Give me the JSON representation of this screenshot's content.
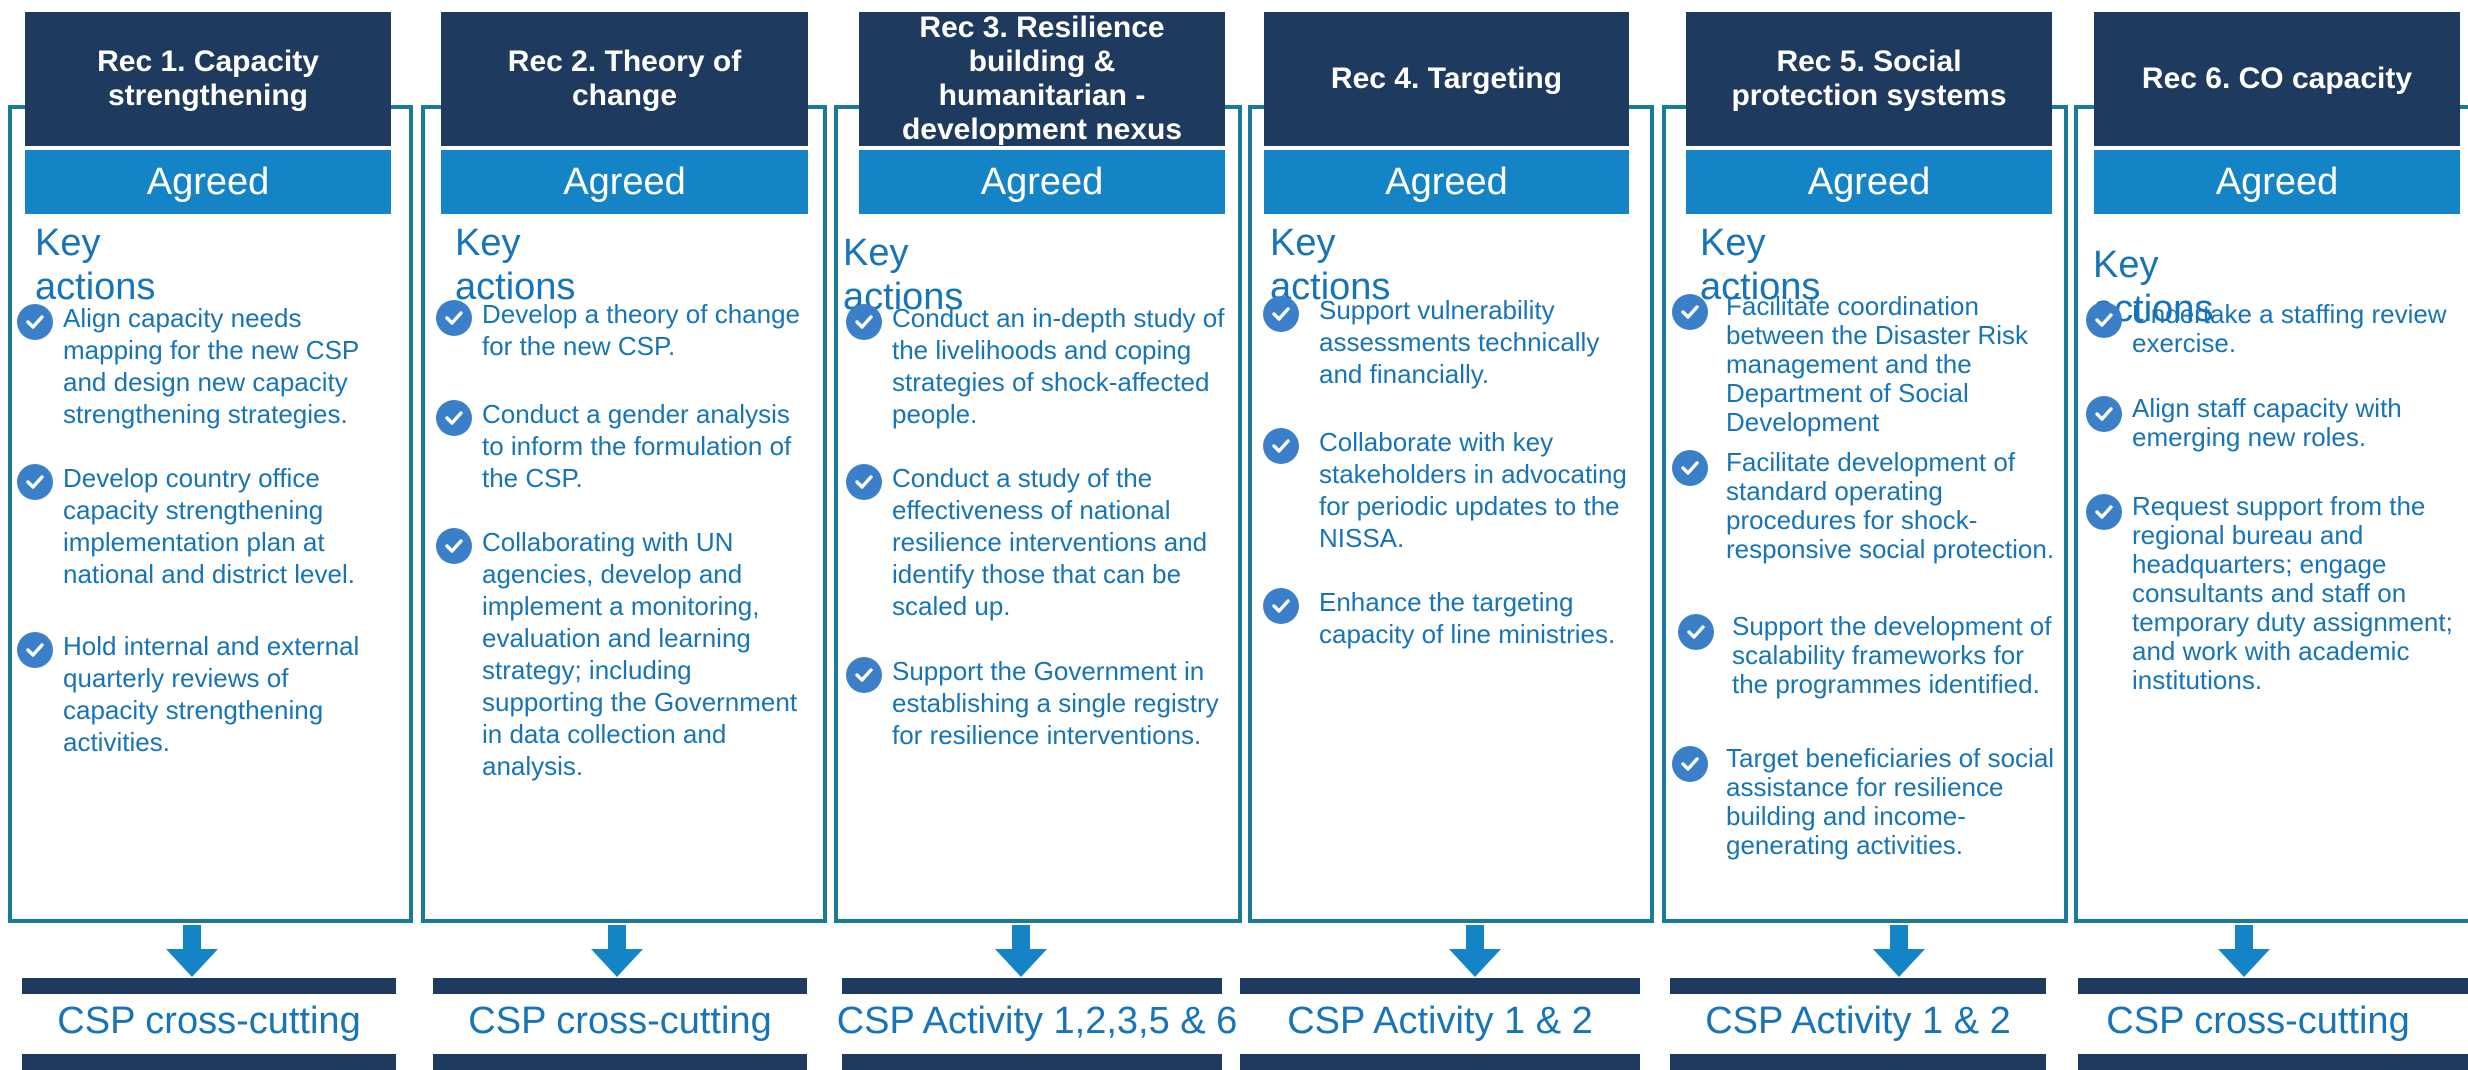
{
  "columns": [
    {
      "title": "Rec 1. Capacity strengthening",
      "status": "Agreed",
      "key_actions_label": "Key actions",
      "actions": [
        "Align capacity needs mapping for the new CSP and design new capacity strengthening strategies.",
        "Develop country office capacity strengthening implementation plan at national and district level.",
        "Hold internal and external quarterly reviews of capacity strengthening activities."
      ],
      "activity": "CSP cross-cutting"
    },
    {
      "title": "Rec 2. Theory of change",
      "status": "Agreed",
      "key_actions_label": "Key actions",
      "actions": [
        "Develop a theory of change for the new CSP.",
        "Conduct a gender analysis to inform the formulation of the CSP.",
        "Collaborating with UN agencies, develop and implement a monitoring, evaluation and learning strategy; including supporting the Government in data collection and analysis."
      ],
      "activity": "CSP cross-cutting"
    },
    {
      "title": "Rec 3. Resilience building & humanitarian - development nexus",
      "status": "Agreed",
      "key_actions_label": "Key actions",
      "actions": [
        "Conduct an in-depth study of the livelihoods and coping strategies of shock-affected people.",
        "Conduct a study of the effectiveness of national resilience interventions and identify those that can be scaled up.",
        "Support the Government in establishing a single registry for resilience interventions."
      ],
      "activity": "CSP Activity 1,2,3,5 & 6"
    },
    {
      "title": "Rec 4. Targeting",
      "status": "Agreed",
      "key_actions_label": "Key actions",
      "actions": [
        "Support vulnerability assessments technically and financially.",
        "Collaborate with key stakeholders in advocating for periodic updates to the NISSA.",
        "Enhance the targeting capacity of line ministries."
      ],
      "activity": "CSP Activity 1 & 2"
    },
    {
      "title": "Rec 5. Social protection systems",
      "status": "Agreed",
      "key_actions_label": "Key actions",
      "actions": [
        "Facilitate coordination between the Disaster Risk management and the Department of Social Development",
        "Facilitate development of standard operating procedures for shock-responsive social protection.",
        "Support the development of scalability frameworks for the programmes identified.",
        "Target beneficiaries of social assistance for resilience building and income-generating activities."
      ],
      "activity": "CSP Activity 1 & 2"
    },
    {
      "title": "Rec 6. CO capacity",
      "status": "Agreed",
      "key_actions_label": "Key actions",
      "actions": [
        "Undertake a staffing review exercise.",
        "Align staff capacity with emerging new roles.",
        "Request support from the regional bureau and headquarters; engage consultants and staff on temporary duty assignment; and work with academic institutions."
      ],
      "activity": "CSP cross-cutting"
    }
  ],
  "colors": {
    "header_bg": "#1e3a5f",
    "agreed_bg": "#1584c7",
    "frame_border": "#1a7a9a",
    "text_blue": "#1774b8",
    "check_bg": "#3a7fc8",
    "arrow": "#1584c7"
  },
  "icons": {
    "check": "check-circle-icon",
    "arrow": "arrow-down-icon"
  }
}
